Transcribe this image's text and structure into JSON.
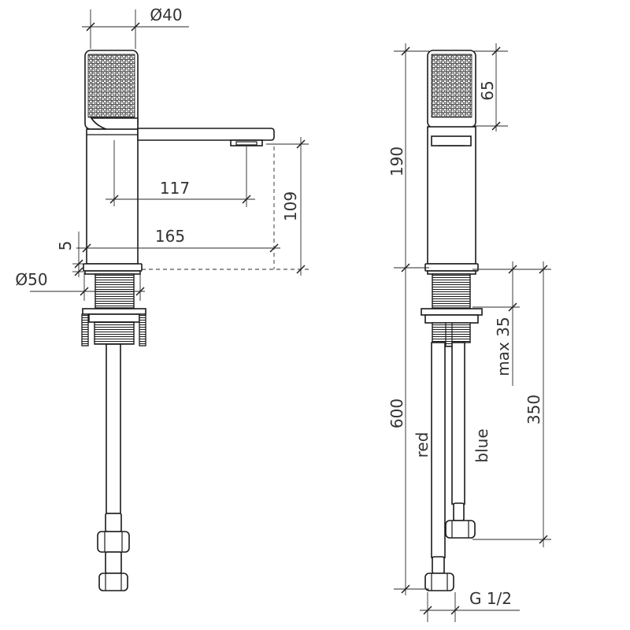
{
  "front_view": {
    "dims": {
      "handle_diameter": "Ø40",
      "spout_to_center": "117",
      "spout_height": "109",
      "flange_height": "5",
      "spout_reach": "165",
      "base_diameter": "Ø50"
    }
  },
  "side_view": {
    "dims": {
      "body_height": "190",
      "handle_height": "65",
      "hose_length": "600",
      "max_deck": "max 35",
      "hose_blue_length": "350",
      "connection": "G 1/2"
    },
    "hoses": {
      "red": "red",
      "blue": "blue"
    }
  },
  "colors": {
    "line": "#1a1a1a",
    "background": "#ffffff"
  }
}
